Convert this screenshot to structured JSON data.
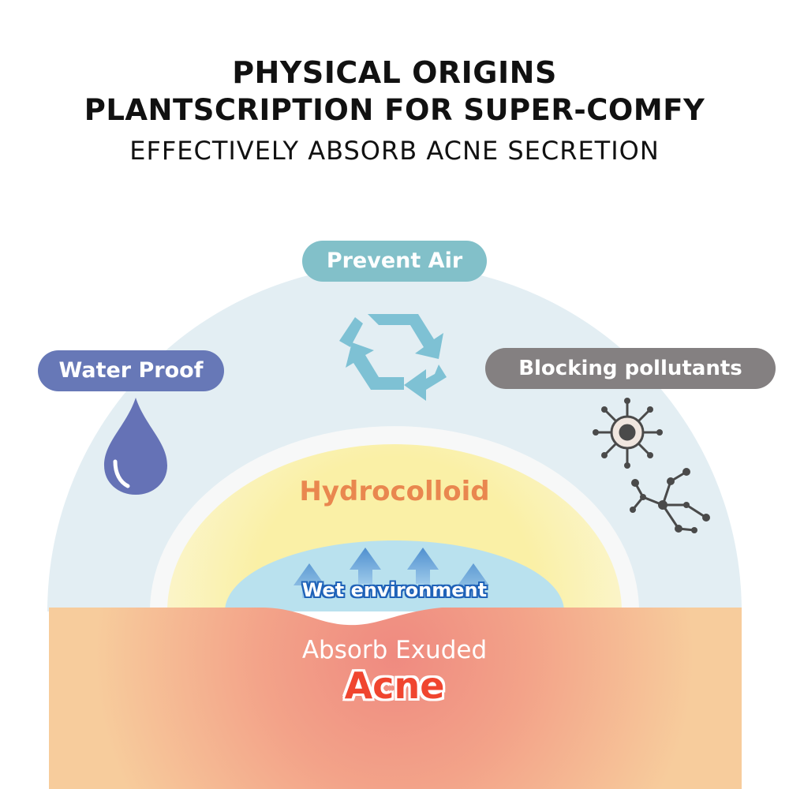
{
  "header": {
    "line1": "PHYSICAL ORIGINS",
    "line2": "PLANTSCRIPTION FOR SUPER-COMFY",
    "line3": "EFFECTIVELY ABSORB ACNE SECRETION"
  },
  "labels": {
    "prevent_air": "Prevent Air",
    "water_proof": "Water Proof",
    "blocking_pollutants": "Blocking pollutants",
    "hydrocolloid": "Hydrocolloid",
    "wet_environment": "Wet environment",
    "absorb_exuded": "Absorb Exuded",
    "acne": "Acne"
  },
  "icons": {
    "air": "recycle-icon",
    "water": "water-drop-icon",
    "pollutants": "bacteria-icon",
    "arrows": "arrow-up-icon"
  },
  "colors": {
    "outer_dome": "#e3eef3",
    "hydrocolloid_layer": "#fbf2b4",
    "wet_zone": "#b9e1ee",
    "skin": "#f6c79a",
    "acne_core": "#ee8b7f",
    "pill_air": "#82c0c9",
    "pill_water": "#6778b7",
    "pill_pollutants": "#848081",
    "hydrocolloid_text": "#e9874f",
    "acne_text": "#f0452f",
    "wet_outline": "#1f62b8"
  }
}
